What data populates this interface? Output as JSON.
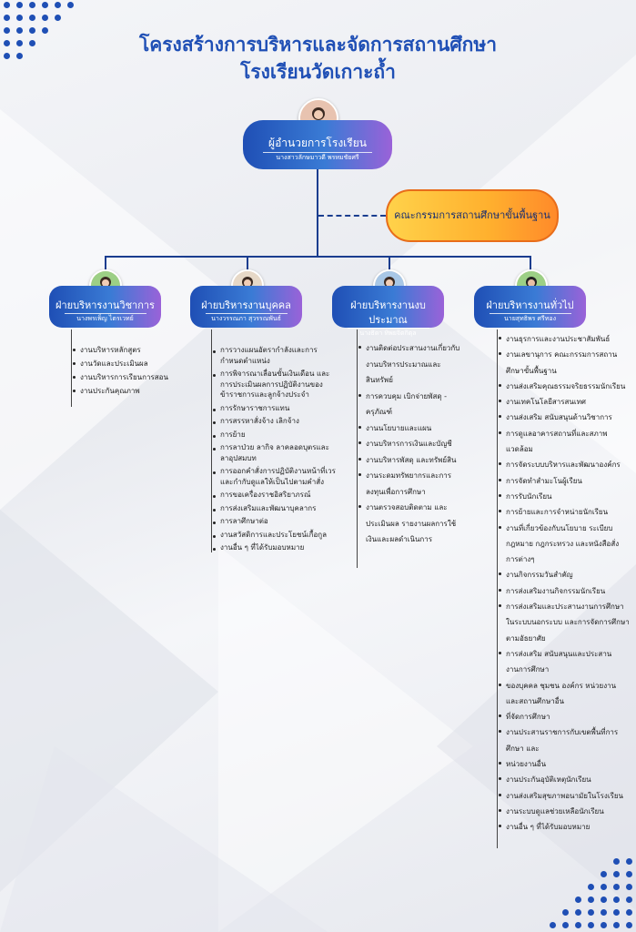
{
  "title": {
    "line1": "โครงสร้างการบริหารและจัดการสถานศึกษา",
    "line2": "โรงเรียนวัดเกาะถ้ำ"
  },
  "director": {
    "title": "ผู้อำนวยการโรงเรียน",
    "name": "นางสาวลักษมาวดี พรหมชัยศรี"
  },
  "committee": {
    "label": "คณะกรรมการสถานศึกษาขั้นพื้นฐาน"
  },
  "departments": [
    {
      "title": "ฝ่ายบริหารงานวิชาการ",
      "name": "นางพรเพ็ญ ไตรเวทย์",
      "tasks": [
        "งานบริหารหลักสูตร",
        "งานวัดและประเมินผล",
        "งานบริหารการเรียนการสอน",
        "งานประกันคุณภาพ"
      ]
    },
    {
      "title": "ฝ่ายบริหารงานบุคคล",
      "name": "นางวรรณภา สุวรรณพันธ์",
      "tasks": [
        "การวางแผนอัตรากำลังและการกำหนดตำแหน่ง",
        "การพิจารณาเลื่อนขั้นเงินเดือน และการประเมินผลการปฏิบัติงานของข้าราชการและลูกจ้างประจำ",
        "การรักษาราชการแทน",
        "การสรรหาสั่งจ้าง เลิกจ้าง",
        "การย้าย",
        "การลาป่วย ลากิจ ลาคลอดบุตรและลาอุปสมบท",
        "การออกคำสั่งการปฏิบัติงานหน้าที่เวร และกำกับดูแลให้เป็นไปตามคำสั่ง",
        "การขอเครื่องราชอิสริยาภรณ์",
        "การส่งเสริมและพัฒนาบุคลากร",
        "การลาศึกษาต่อ",
        "งานสวัสดิการและประโยชน์เกื้อกูล",
        "งานอื่น ๆ ที่ได้รับมอบหมาย"
      ]
    },
    {
      "title": "ฝ่ายบริหารงานงบประมาณ",
      "name": "นางธิดา ทิพยจิตกิตุล",
      "tasks": [
        "งานติดต่อประสานงานเกี่ยวกับงานบริหารประมาณและสินทรัพย์",
        "การควบคุม เบิกจ่ายพัสดุ - ครุภัณฑ์",
        "งานนโยบายและแผน",
        "งานบริหารการเงินและบัญชี",
        "งานบริหารพัสดุ และทรัพย์สิน",
        "งานระดมทรัพยากรและการลงทุนเพื่อการศึกษา",
        "งานตรวจสอบติดตาม และประเมินผล รายงานผลการใช้เงินและผลดำเนินการ"
      ]
    },
    {
      "title": "ฝ่ายบริหารงานทั่วไป",
      "name": "นายสุทธิพร ศรีทอง",
      "tasks": [
        "งานธุรการและงานประชาสัมพันธ์",
        "งานเลขานุการ คณะกรรมการสถานศึกษาขั้นพื้นฐาน",
        "งานส่งเสริมคุณธรรมจริยธรรมนักเรียน",
        "งานเทคโนโลยีสารสนเทศ",
        "งานส่งเสริม สนับสนุนด้านวิชาการ",
        "การดูแลอาคารสถานที่และสภาพแวดล้อม",
        "การจัดระบบบริหารและพัฒนาองค์กร",
        "การจัดทำสำมะโนผู้เรียน",
        "การรับนักเรียน",
        "การย้ายและการจำหน่ายนักเรียน",
        "งานที่เกี่ยวข้องกับนโยบาย ระเบียบ กฎหมาย กฎกระทรวง และหนังสือสั่งการต่างๆ",
        "งานกิจกรรมวันสำคัญ",
        "การส่งเสริมงานกิจกรรมนักเรียน",
        "การส่งเสริมและประสานงานการศึกษาในระบบนอกระบบ และการจัดการศึกษาตามอัธยาศัย",
        "การส่งเสริม สนับสนุนและประสานงานการศึกษา",
        "ของบุคคล ชุมชน องค์กร หน่วยงาน และสถานศึกษาอื่น",
        "ที่จัดการศึกษา",
        "งานประสานราชการกับเขตพื้นที่การศึกษา และ",
        "หน่วยงานอื่น",
        "งานประกันอุบัติเหตุนักเรียน",
        "งานส่งเสริมสุขภาพอนามัยในโรงเรียน",
        "งานระบบดูแลช่วยเหลือนักเรียน",
        "งานอื่น ๆ ที่ได้รับมอบหมาย"
      ]
    }
  ],
  "colors": {
    "primary": "#1f4fb5",
    "accent": "#9a62d8",
    "committee": "#ffb02e"
  }
}
